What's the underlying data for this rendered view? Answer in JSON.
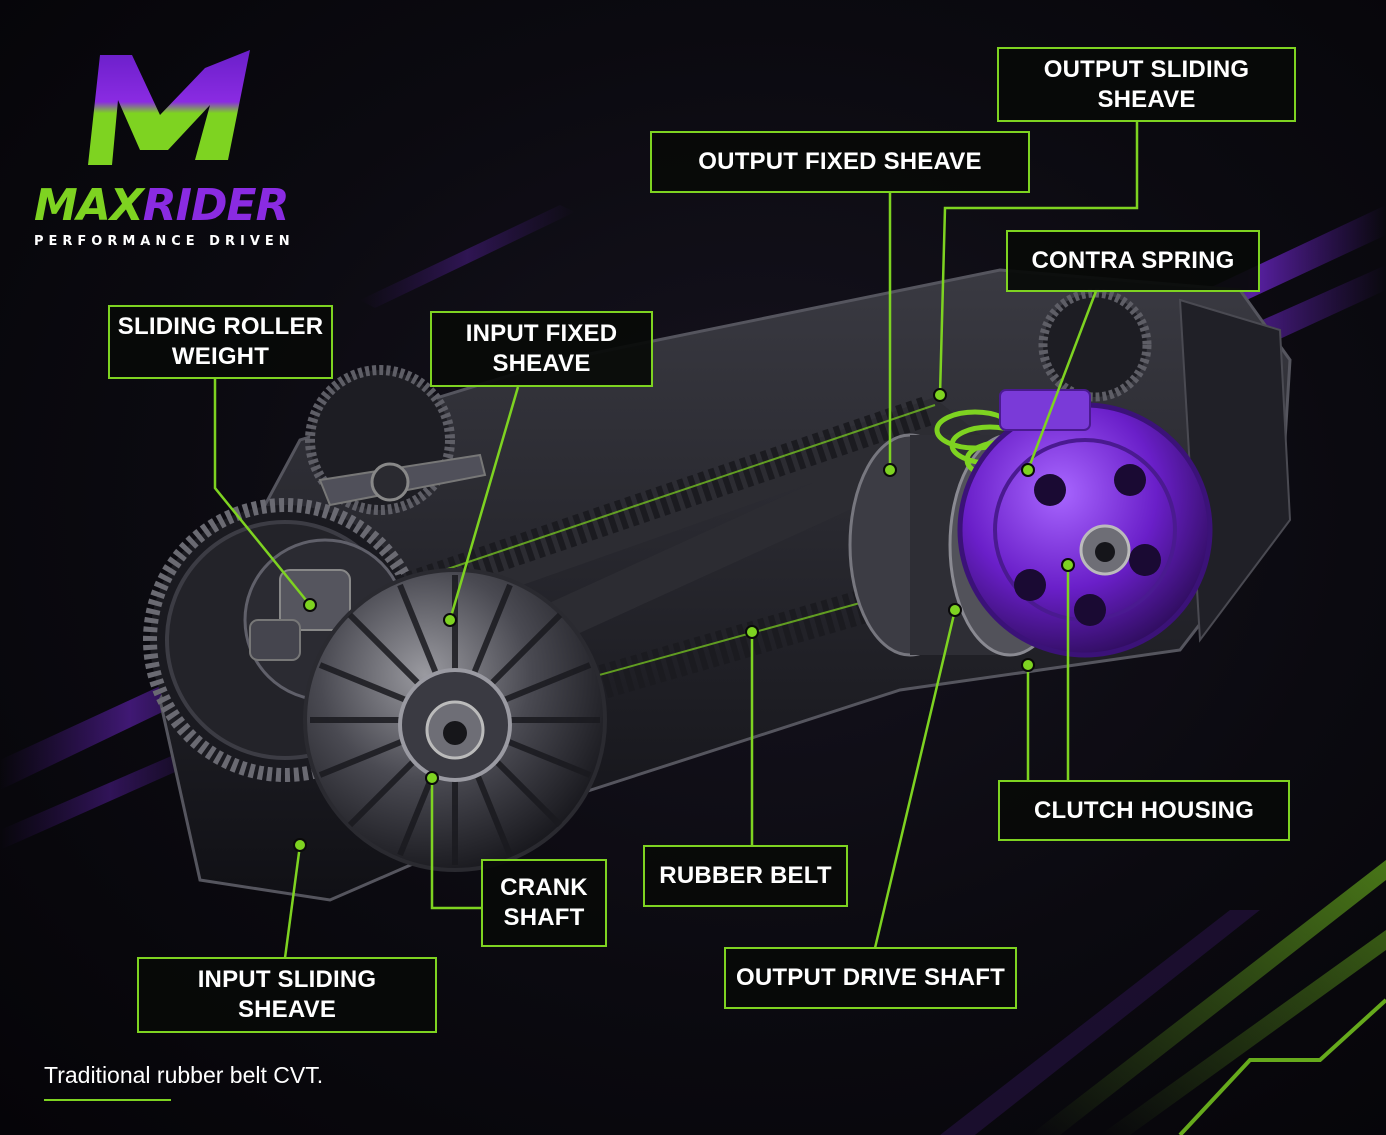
{
  "brand": {
    "name_part1": "MAX",
    "name_part2": "RIDER",
    "tagline": "PERFORMANCE DRIVEN",
    "logo_icon": "m-monogram-icon",
    "colors": {
      "green": "#7ed321",
      "purple": "#8a2be2"
    }
  },
  "labels": {
    "sliding_roller_weight": [
      "SLIDING ROLLER",
      "WEIGHT"
    ],
    "input_fixed_sheave": [
      "INPUT FIXED",
      "SHEAVE"
    ],
    "output_fixed_sheave": [
      "OUTPUT FIXED SHEAVE"
    ],
    "output_sliding_sheave": [
      "OUTPUT SLIDING",
      "SHEAVE"
    ],
    "contra_spring": [
      "CONTRA SPRING"
    ],
    "clutch_housing": [
      "CLUTCH HOUSING"
    ],
    "rubber_belt": [
      "RUBBER BELT"
    ],
    "crank_shaft": [
      "CRANK",
      "SHAFT"
    ],
    "output_drive_shaft": [
      "OUTPUT DRIVE SHAFT"
    ],
    "input_sliding_sheave": [
      "INPUT SLIDING",
      "SHEAVE"
    ]
  },
  "caption": "Traditional rubber belt CVT.",
  "accent_color": "#7ed321",
  "background_color": "#07060b"
}
